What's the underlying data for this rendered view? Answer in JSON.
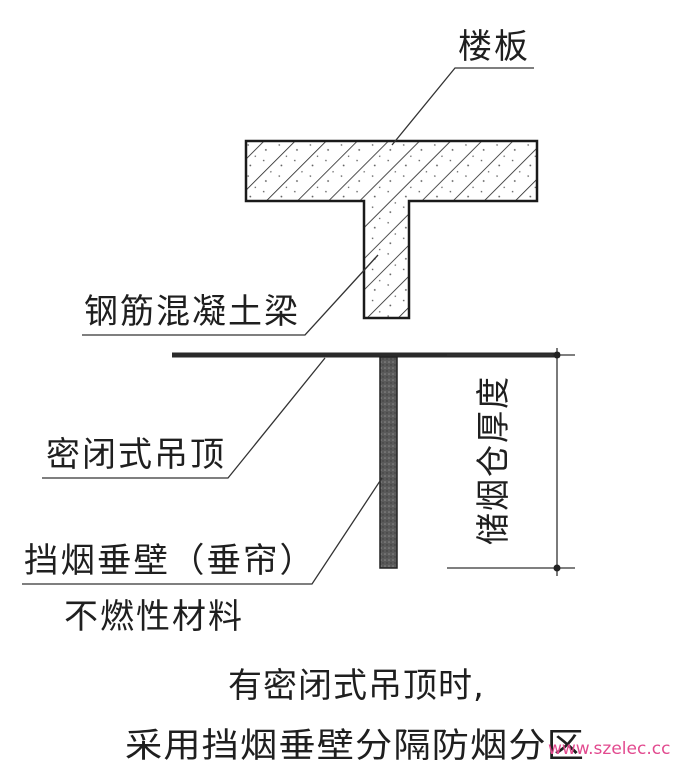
{
  "diagram": {
    "labels": {
      "floor_slab": "楼板",
      "rc_beam": "钢筋混凝土梁",
      "sealed_ceiling": "密闭式吊顶",
      "smoke_curtain": "挡烟垂壁（垂帘）",
      "noncombustible": "不燃性材料",
      "smoke_reservoir_depth": "储烟仓厚度"
    },
    "caption": {
      "line1": "有密闭式吊顶时,",
      "line2": "采用挡烟垂壁分隔防烟分区"
    },
    "watermark": "www.szelec.cc"
  }
}
